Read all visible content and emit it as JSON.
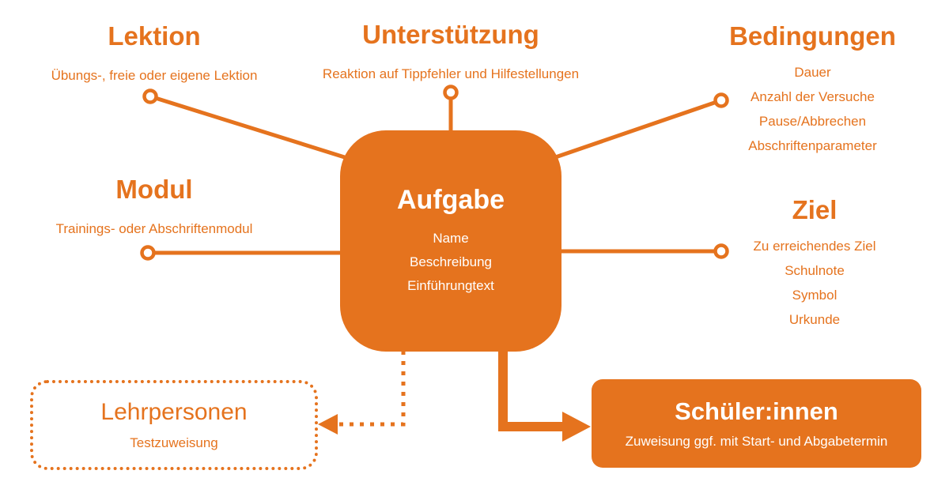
{
  "colors": {
    "accent": "#E5731E",
    "background": "#FFFFFF"
  },
  "center": {
    "title": "Aufgabe",
    "items": [
      "Name",
      "Beschreibung",
      "Einführungtext"
    ]
  },
  "nodes": {
    "lektion": {
      "title": "Lektion",
      "subtitle": "Übungs-, freie oder eigene Lektion"
    },
    "unterstuetzung": {
      "title": "Unterstützung",
      "subtitle": "Reaktion auf Tippfehler und Hilfestellungen"
    },
    "bedingungen": {
      "title": "Bedingungen",
      "items": [
        "Dauer",
        "Anzahl der Versuche",
        "Pause/Abbrechen",
        "Abschriftenparameter"
      ]
    },
    "modul": {
      "title": "Modul",
      "subtitle": "Trainings- oder Abschriftenmodul"
    },
    "ziel": {
      "title": "Ziel",
      "items": [
        "Zu erreichendes Ziel",
        "Schulnote",
        "Symbol",
        "Urkunde"
      ]
    },
    "lehrpersonen": {
      "title": "Lehrpersonen",
      "subtitle": "Testzuweisung"
    },
    "schueler": {
      "title": "Schüler:innen",
      "subtitle": "Zuweisung ggf. mit Start- und Abgabetermin"
    }
  }
}
